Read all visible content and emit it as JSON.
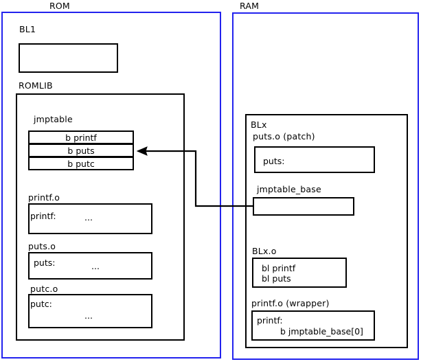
{
  "diagram": {
    "title": "ROM and RAM jump table patching diagram",
    "colors": {
      "region_border": "#2222ee",
      "box_border": "#000000",
      "text": "#000000",
      "background": "#ffffff"
    }
  },
  "rom": {
    "label": "ROM",
    "bl1": {
      "label": "BL1",
      "body": ""
    },
    "romlib": {
      "label": "ROMLIB",
      "jmptable": {
        "label": "jmptable",
        "rows": [
          {
            "text": "b printf"
          },
          {
            "text": "b puts"
          },
          {
            "text": "b putc"
          }
        ]
      },
      "objects": [
        {
          "label": "printf.o",
          "symbol": "printf:",
          "ellipsis": "..."
        },
        {
          "label": "puts.o",
          "symbol": "puts:",
          "ellipsis": "..."
        },
        {
          "label": "putc.o",
          "symbol": "putc:",
          "ellipsis": "..."
        }
      ]
    }
  },
  "ram": {
    "label": "RAM",
    "blx": {
      "label": "BLx",
      "puts_patch": {
        "label": "puts.o (patch)",
        "symbol": "puts:"
      },
      "jmptable_base": {
        "label": "jmptable_base",
        "body": ""
      },
      "blx_o": {
        "label": "BLx.o",
        "lines": [
          "bl printf",
          "bl puts"
        ]
      },
      "printf_wrapper": {
        "label": "printf.o (wrapper)",
        "lines": [
          "printf:",
          "b jmptable_base[0]"
        ]
      }
    }
  },
  "connector": {
    "name": "jmptable-base-to-jmptable-puts-arrow",
    "from": "jmptable_base",
    "to": "jmptable row b puts"
  }
}
